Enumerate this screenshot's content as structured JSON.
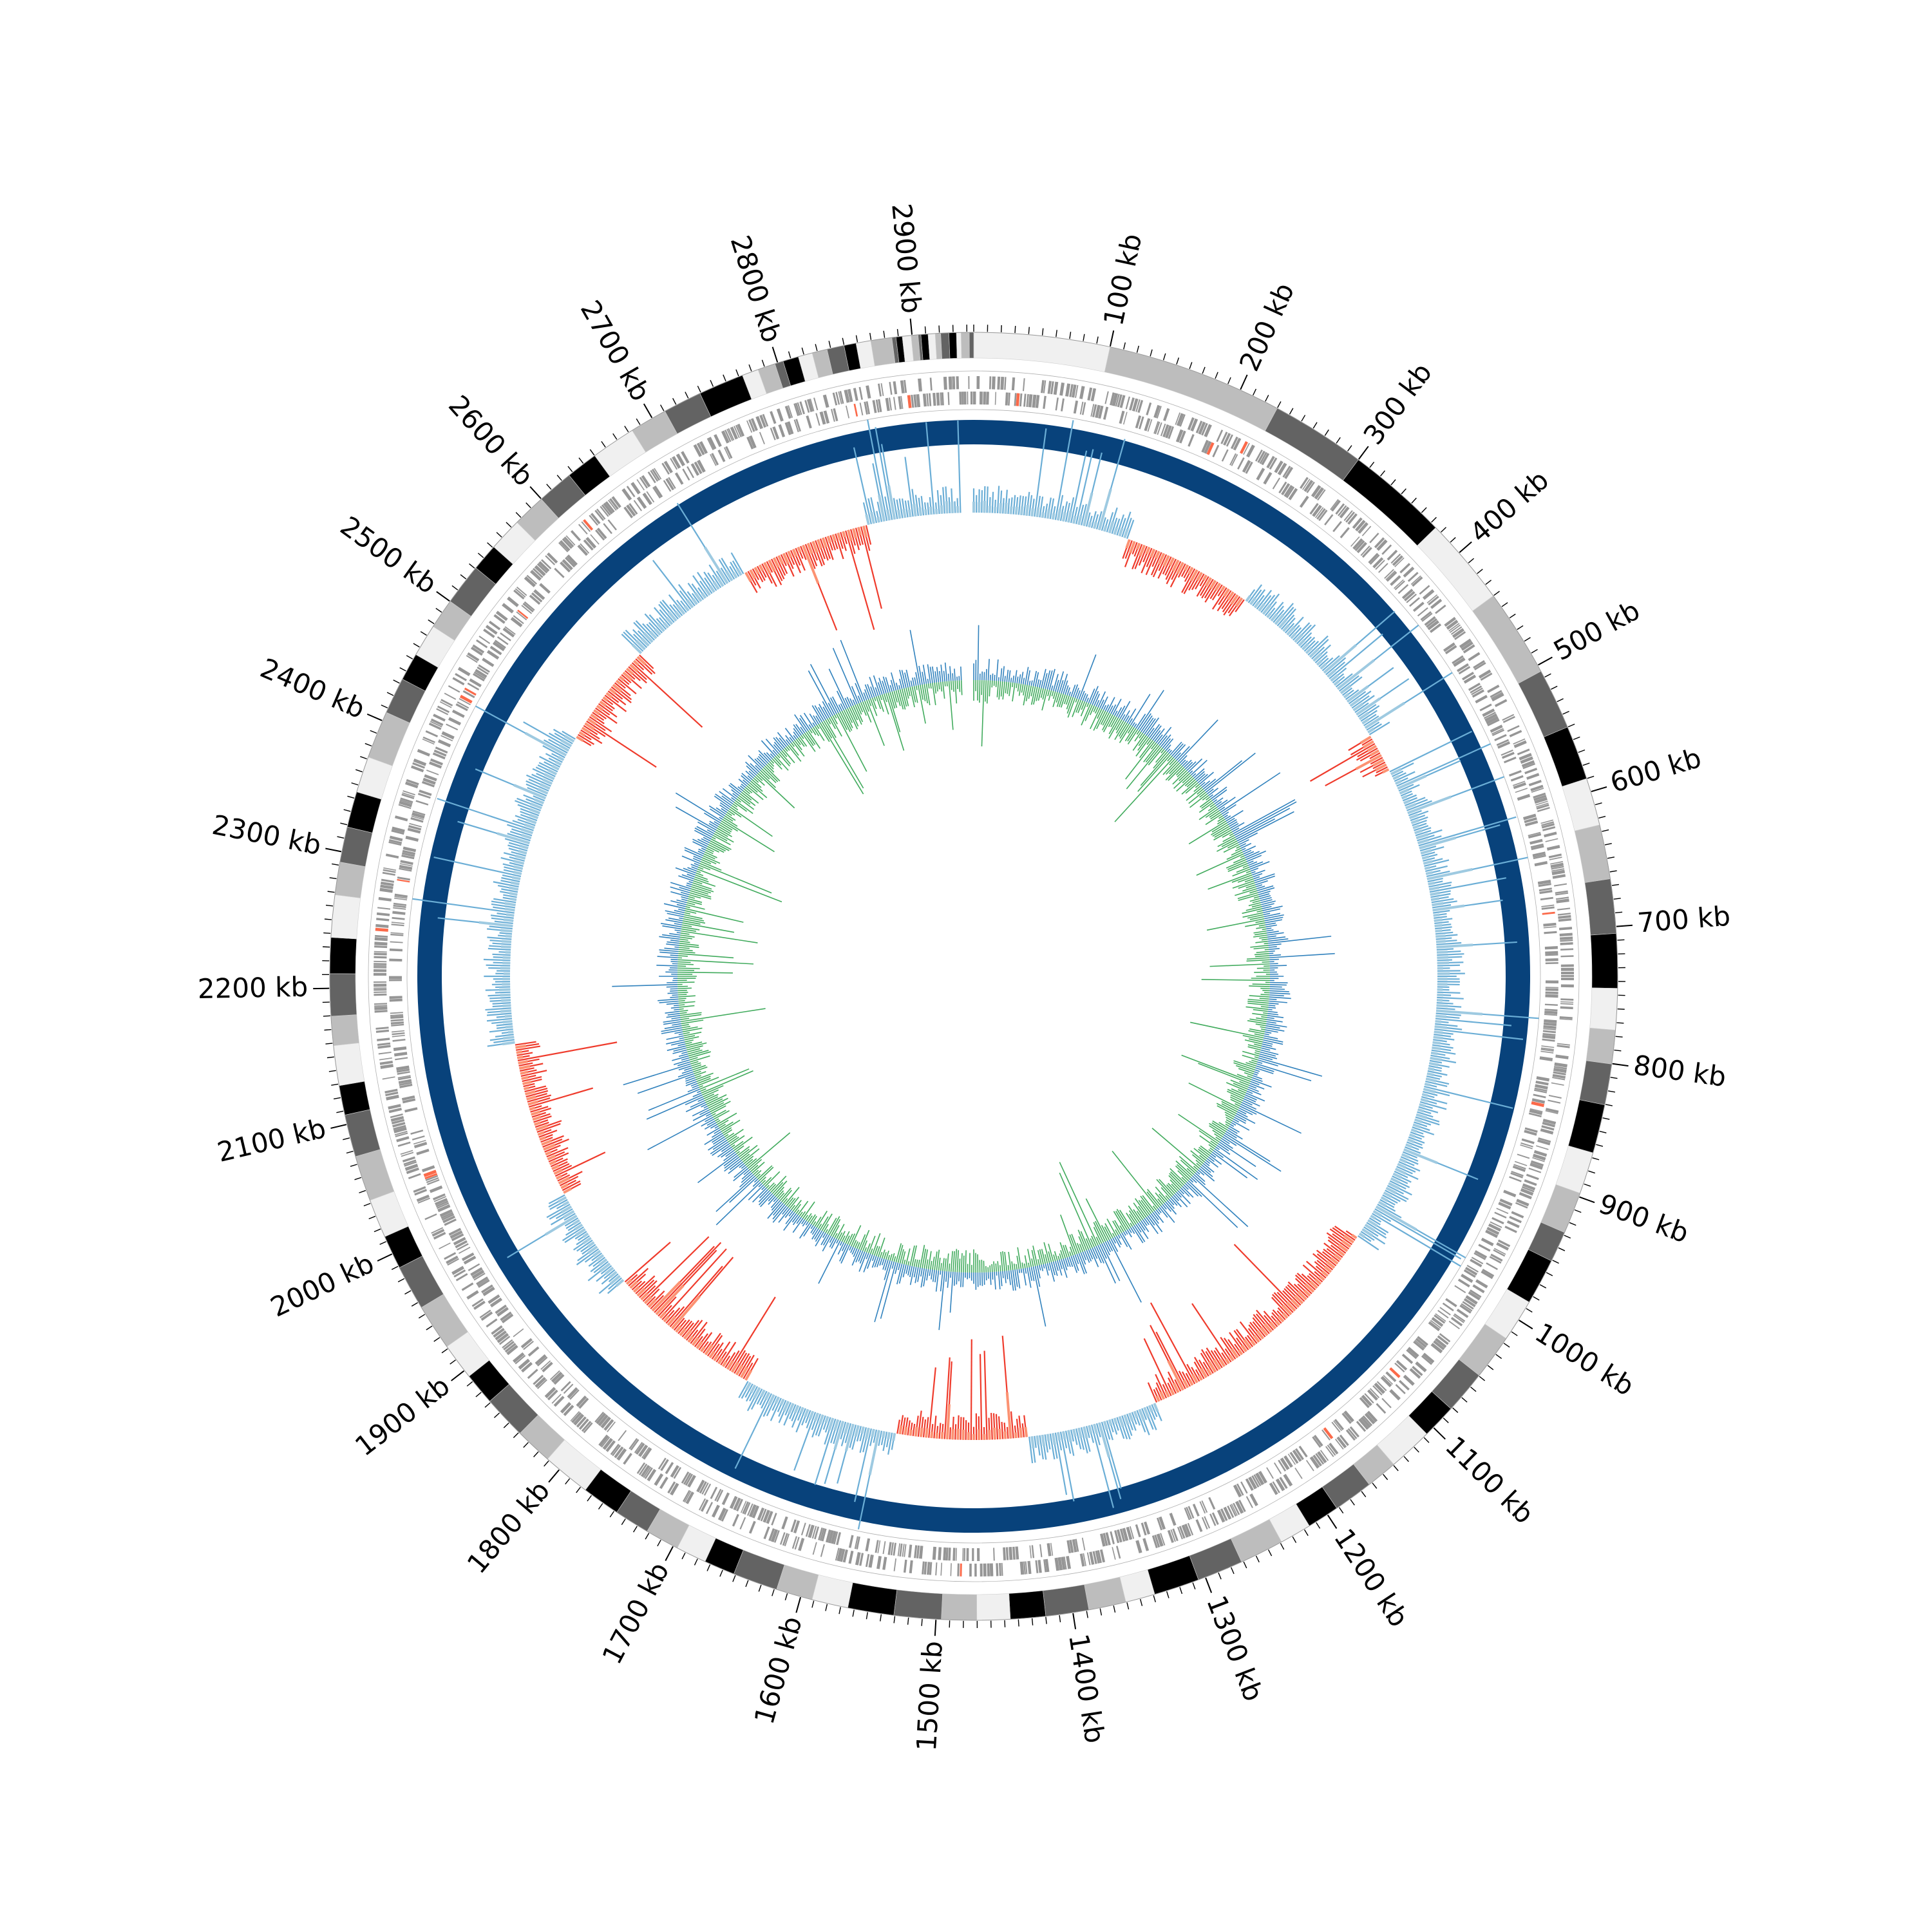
{
  "genome": {
    "total_kb": 2945,
    "major_tick_labels": [
      "2900 kb",
      "100 kb",
      "200 kb",
      "300 kb",
      "400 kb",
      "500 kb",
      "600 kb",
      "700 kb",
      "800 kb",
      "900 kb",
      "1000 kb",
      "1100 kb",
      "1200 kb",
      "1300 kb",
      "1400 kb",
      "1500 kb",
      "1600 kb",
      "1700 kb",
      "1800 kb",
      "1900 kb",
      "2000 kb",
      "2100 kb",
      "2200 kb",
      "2300 kb",
      "2400 kb",
      "2500 kb",
      "2600 kb",
      "2700 kb",
      "2800 kb"
    ],
    "major_tick_positions_kb": [
      2900,
      100,
      200,
      300,
      400,
      500,
      600,
      700,
      800,
      900,
      1000,
      1100,
      1200,
      1300,
      1400,
      1500,
      1600,
      1700,
      1800,
      1900,
      2000,
      2100,
      2200,
      2300,
      2400,
      2500,
      2600,
      2700,
      2800
    ],
    "minor_tick_interval_kb": 10
  },
  "tracks": {
    "contig_ring": {
      "palette": [
        "#f0f0f0",
        "#bdbdbd",
        "#636363",
        "#000000"
      ],
      "large_contigs_kb": [
        [
          0,
          100
        ],
        [
          100,
          230
        ],
        [
          230,
          300
        ],
        [
          300,
          375
        ],
        [
          375,
          440
        ],
        [
          440,
          505
        ],
        [
          505,
          550
        ],
        [
          550,
          590
        ],
        [
          590,
          625
        ],
        [
          625,
          665
        ],
        [
          665,
          705
        ],
        [
          705,
          745
        ]
      ]
    },
    "genes_ring": {
      "color": "#969696",
      "highlight_color": "#fb6a4a"
    },
    "gc_base_ring": {
      "color": "#08427b"
    },
    "gc_content": {
      "above_color": "#6baed6",
      "above_fill": "#9ecae1",
      "below_color": "#ef3b2c",
      "below_fill": "#fc9272"
    },
    "gc_skew": {
      "positive_color": "#3182bd",
      "negative_color": "#41ab5d"
    }
  }
}
